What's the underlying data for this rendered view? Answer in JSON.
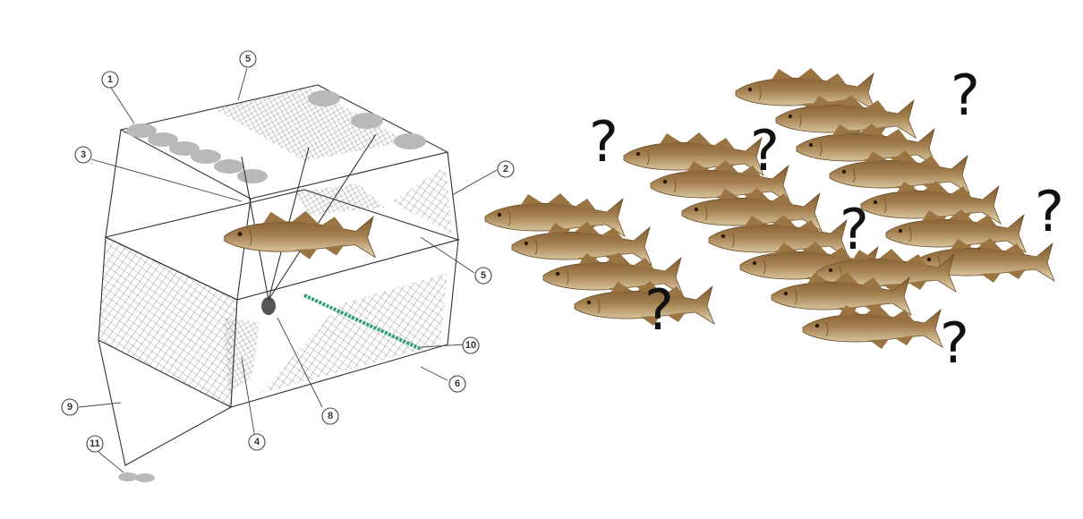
{
  "callout_labels": [
    "1",
    "2",
    "3",
    "4",
    "5",
    "5",
    "6",
    "8",
    "9",
    "10",
    "11"
  ],
  "question_marks": [
    "?",
    "?",
    "?",
    "?",
    "?",
    "?",
    "?"
  ],
  "colors": {
    "fish_body": "#a4804f",
    "fish_belly": "#e7d8b5",
    "fish_fin": "#9a7543",
    "float": "#b9b9b9",
    "mesh": "#555555",
    "green_line": "#2f9e7a"
  }
}
